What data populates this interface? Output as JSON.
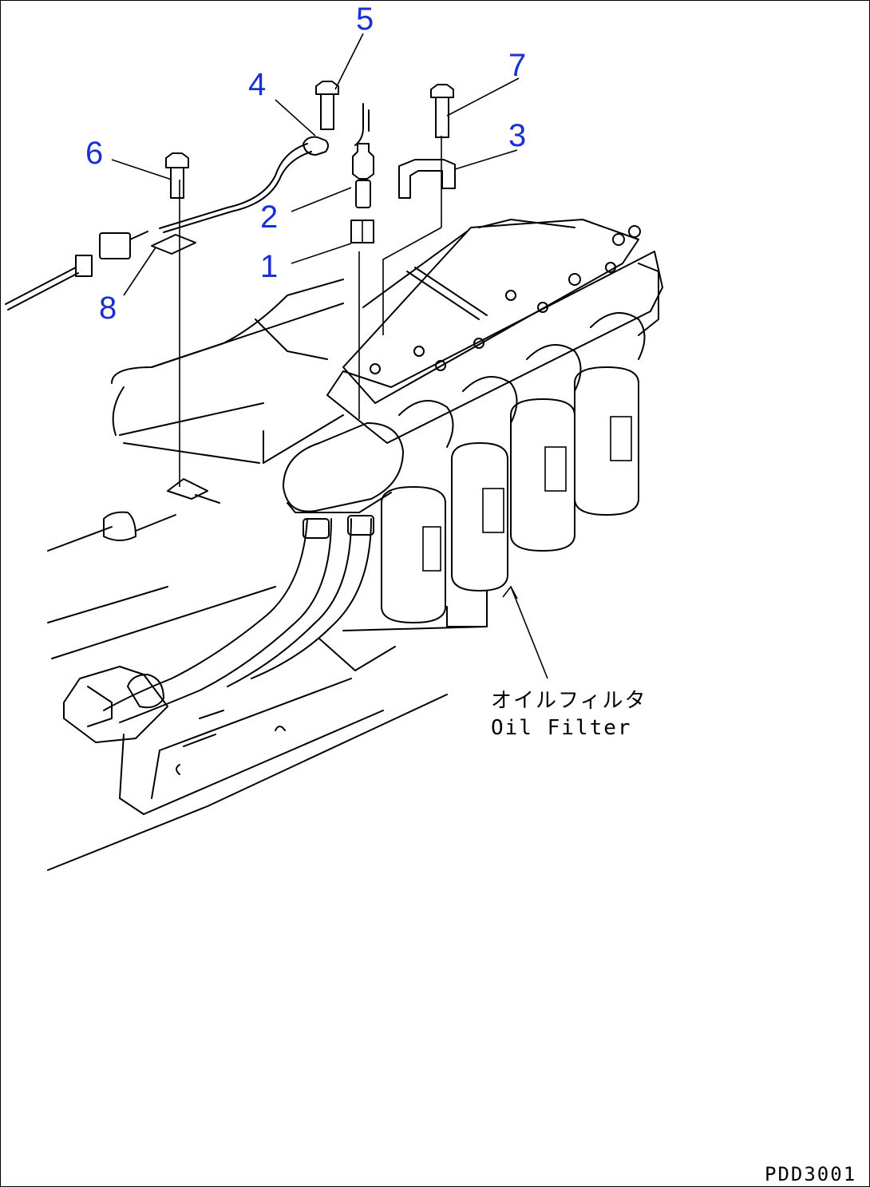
{
  "callouts": [
    {
      "id": "1",
      "label": "1"
    },
    {
      "id": "2",
      "label": "2"
    },
    {
      "id": "3",
      "label": "3"
    },
    {
      "id": "4",
      "label": "4"
    },
    {
      "id": "5",
      "label": "5"
    },
    {
      "id": "6",
      "label": "6"
    },
    {
      "id": "7",
      "label": "7"
    },
    {
      "id": "8",
      "label": "8"
    }
  ],
  "caption": {
    "japanese": "オイルフィルタ",
    "english": "Oil Filter"
  },
  "drawing_code": "PDD3001",
  "colors": {
    "callout": "#1a2fd6",
    "line": "#000000",
    "background": "#ffffff"
  }
}
